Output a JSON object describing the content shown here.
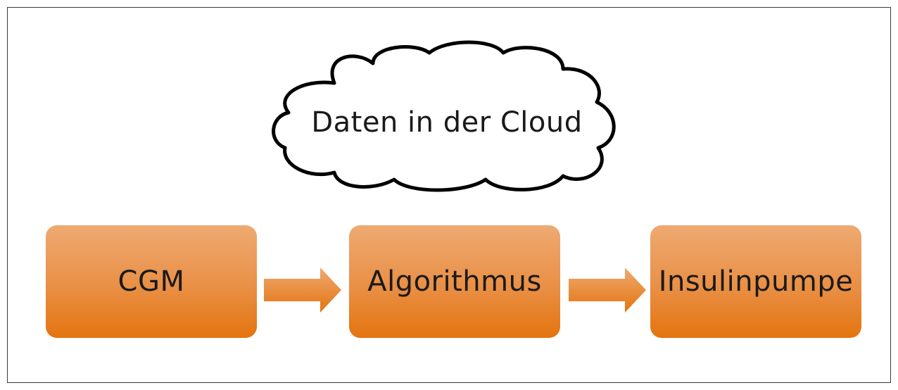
{
  "cloud": {
    "label": "Daten in der Cloud"
  },
  "flow": {
    "boxes": [
      {
        "label": "CGM"
      },
      {
        "label": "Algorithmus"
      },
      {
        "label": "Insulinpumpe"
      }
    ]
  },
  "colors": {
    "box_top": "#eeaa72",
    "box_bottom": "#e4740f",
    "arrow": "#e98f45",
    "outline": "#000000"
  }
}
